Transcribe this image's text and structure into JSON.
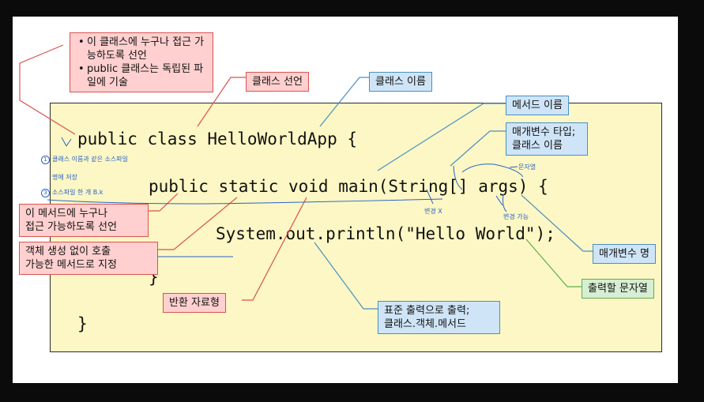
{
  "code": {
    "line1": "public class HelloWorldApp {",
    "line2": "public static void main(String[] args) {",
    "line3": "System.out.println(\"Hello World\");",
    "close_inner": "}",
    "close_outer": "}"
  },
  "callouts": {
    "access_note": [
      "이 클래스에 누구나 접근 가능하도록 선언",
      "public 클래스는 독립된 파일에 기술"
    ],
    "class_decl": "클래스 선언",
    "class_name": "클래스 이름",
    "method_name": "메서드 이름",
    "param_type": "매개변수 타입; 클래스 이름",
    "method_access_line1": "이 메서드에 누구나",
    "method_access_line2": "접근 가능하도록 선언",
    "static_line1": "객체 생성 없이 호출",
    "static_line2": "가능한 메서드로 지정",
    "return_type": "반환 자료형",
    "param_name": "매개변수 명",
    "output_string": "출력할 문자열",
    "std_output_line1": "표준 출력으로 출력;",
    "std_output_line2": "클래스.객체.메서드"
  },
  "handwriting": {
    "note1_num": "1",
    "note1": "클래스 이름과 같은 소스파일",
    "note2": "명에 저장",
    "note3_num": "3",
    "note3": "소스파일 한 개 B.k",
    "no_change": "변경 X",
    "changeable": "변경 가능",
    "string_hint": "문자열"
  },
  "colors": {
    "red_border": "#d9534f",
    "blue_border": "#4a8fc4",
    "green_border": "#5fae52",
    "pen": "#2a63c8"
  }
}
